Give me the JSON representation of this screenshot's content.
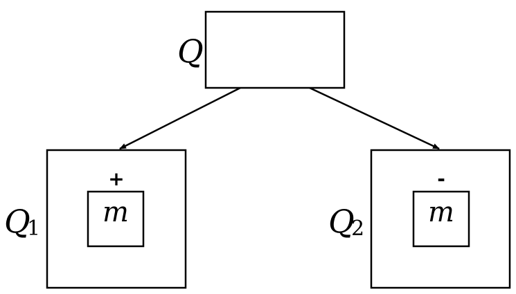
{
  "diagram": {
    "root": {
      "label": "Q"
    },
    "children": [
      {
        "label": "Q",
        "subscript": "1",
        "sign": "+",
        "inner_label": "m"
      },
      {
        "label": "Q",
        "subscript": "2",
        "sign": "-",
        "inner_label": "m"
      }
    ],
    "colors": {
      "stroke": "#000000",
      "background": "#ffffff"
    }
  }
}
